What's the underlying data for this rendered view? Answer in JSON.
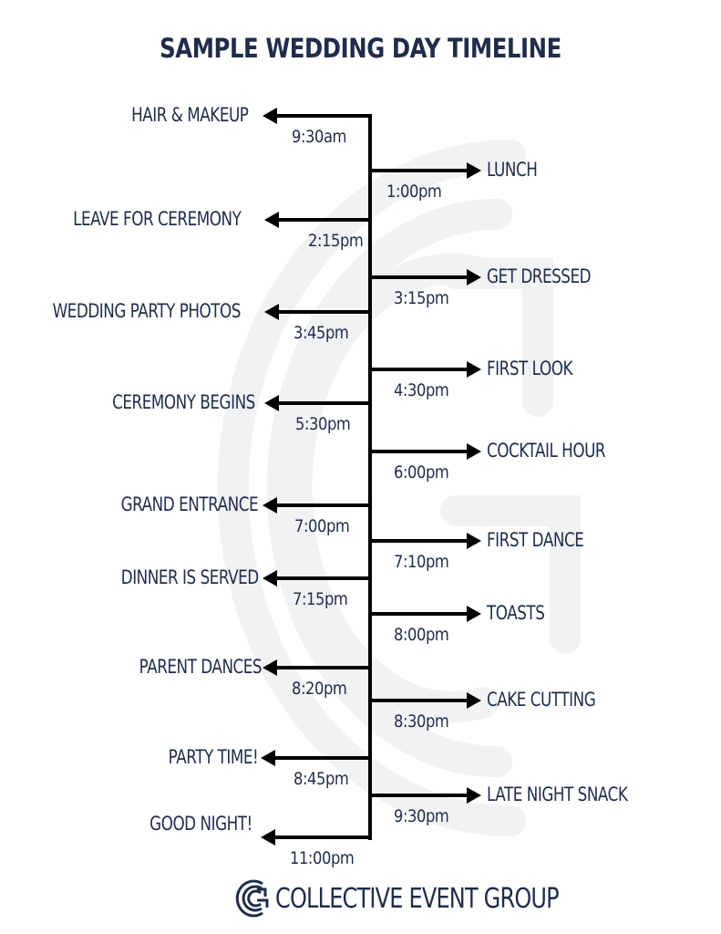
{
  "title": "SAMPLE WEDDING DAY TIMELINE",
  "events": [
    {
      "label": "HAIR & MAKEUP",
      "time": "9:30am",
      "side": "left"
    },
    {
      "label": "LUNCH",
      "time": "1:00pm",
      "side": "right"
    },
    {
      "label": "LEAVE FOR CEREMONY",
      "time": "2:15pm",
      "side": "left"
    },
    {
      "label": "GET DRESSED",
      "time": "3:15pm",
      "side": "right"
    },
    {
      "label": "WEDDING PARTY PHOTOS",
      "time": "3:45pm",
      "side": "left"
    },
    {
      "label": "FIRST LOOK",
      "time": "4:30pm",
      "side": "right"
    },
    {
      "label": "CEREMONY BEGINS",
      "time": "5:30pm",
      "side": "left"
    },
    {
      "label": "COCKTAIL HOUR",
      "time": "6:00pm",
      "side": "right"
    },
    {
      "label": "GRAND ENTRANCE",
      "time": "7:00pm",
      "side": "left"
    },
    {
      "label": "FIRST DANCE",
      "time": "7:10pm",
      "side": "right"
    },
    {
      "label": "DINNER IS SERVED",
      "time": "7:15pm",
      "side": "left"
    },
    {
      "label": "TOASTS",
      "time": "8:00pm",
      "side": "right"
    },
    {
      "label": "PARENT DANCES",
      "time": "8:20pm",
      "side": "left"
    },
    {
      "label": "CAKE CUTTING",
      "time": "8:30pm",
      "side": "right"
    },
    {
      "label": "PARTY TIME!",
      "time": "8:45pm",
      "side": "left"
    },
    {
      "label": "LATE NIGHT SNACK",
      "time": "9:30pm",
      "side": "right"
    },
    {
      "label": "GOOD NIGHT!",
      "time": "11:00pm",
      "side": "left"
    }
  ],
  "footer": {
    "company": "COLLECTIVE EVENT GROUP"
  },
  "colors": {
    "navy": "#1f2d4a",
    "line": "#000000",
    "watermark": "#f1f2f4"
  },
  "icons": {
    "logo": "collective-event-group-logo-icon",
    "arrow": "arrow-icon"
  }
}
